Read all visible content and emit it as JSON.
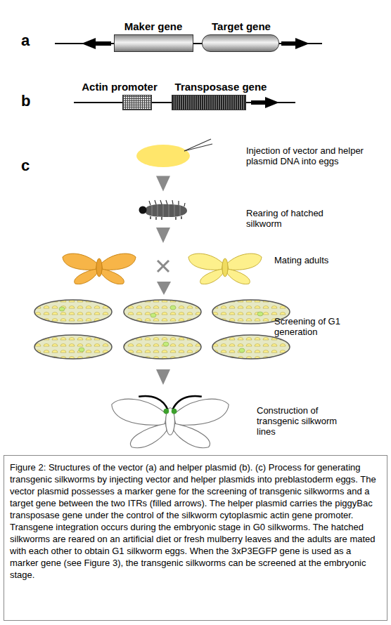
{
  "diagram": {
    "caption": "Figure 2: Structures of the vector (a) and helper plasmid (b). (c) Process for generating transgenic silkworms by injecting vector and helper plasmids into preblastoderm eggs. The vector plasmid possesses a marker gene for the screening of transgenic silkworms and a target gene between the two ITRs (filled arrows). The helper plasmid carries the piggyBac transposase gene under the control of the silkworm cytoplasmic actin gene promoter. Transgene integration occurs during the embryonic stage in G0 silkworms. The hatched silkworms are reared on an artificial diet or fresh mulberry leaves and the adults are mated with each other to obtain G1 silkworm eggs. When the 3xP3EGFP gene is used as a marker gene (see Figure 3), the transgenic silkworms can be screened at the embryonic stage.",
    "nodes": [
      {
        "text": [
          "Maker gene"
        ]
      },
      {
        "text": [
          "Target gene"
        ]
      },
      {
        "text": [
          "Actin promoter"
        ]
      },
      {
        "text": [
          "Transposase gene"
        ]
      },
      {
        "text": [
          "Injection of vector and helper plasmid DNA into eggs"
        ]
      },
      {
        "text": [
          "Rearing of hatched silkworm"
        ]
      },
      {
        "text": [
          "Mating adults"
        ]
      },
      {
        "text": [
          "Screening of G1 generation"
        ]
      },
      {
        "text": [
          "Construction of transgenic silkworm lines"
        ]
      }
    ],
    "edges": [
      {
        "from": 4,
        "to": 5,
        "arrow": "to"
      },
      {
        "from": 5,
        "to": 6,
        "arrow": "to"
      },
      {
        "from": 6,
        "to": 7,
        "arrow": "to"
      },
      {
        "from": 7,
        "to": 8,
        "arrow": "to"
      }
    ],
    "labels": [
      "a",
      "b",
      "c"
    ]
  }
}
